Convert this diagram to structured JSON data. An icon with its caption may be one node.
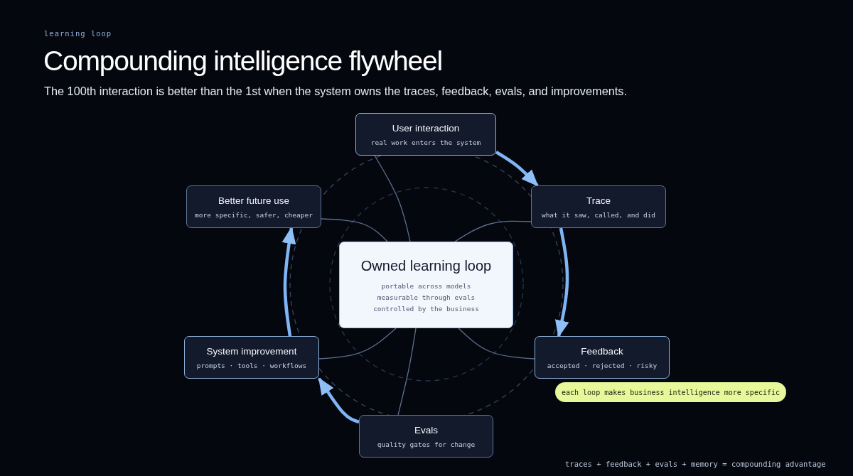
{
  "diagram": {
    "title": "Compounding intelligence flywheel",
    "caption": "The 100th interaction is better than the 1st when the system owns the traces, feedback, evals, and improvements.",
    "nodes": [
      {
        "text": [
          "User interaction",
          "real work enters the system"
        ]
      },
      {
        "text": [
          "Trace",
          "what it saw, called, and did"
        ]
      },
      {
        "text": [
          "Feedback",
          "accepted · rejected · risky"
        ]
      },
      {
        "text": [
          "Evals",
          "quality gates for change"
        ]
      },
      {
        "text": [
          "System improvement",
          "prompts · tools · workflows"
        ]
      },
      {
        "text": [
          "Better future use",
          "more specific, safer, cheaper"
        ]
      },
      {
        "text": [
          "Owned learning loop",
          "portable across models",
          "measurable through evals",
          "controlled by the business"
        ]
      },
      {
        "text": [
          "each loop makes business intelligence more specific"
        ]
      }
    ],
    "edges": [
      {
        "from": 0,
        "to": 1,
        "arrow": "to",
        "style": "thick",
        "color": "#7fb5f5"
      },
      {
        "from": 1,
        "to": 2,
        "arrow": "to",
        "style": "thick",
        "color": "#7fb5f5"
      },
      {
        "from": 3,
        "to": 4,
        "arrow": "to",
        "style": "thick",
        "color": "#7fb5f5"
      },
      {
        "from": 4,
        "to": 5,
        "arrow": "to",
        "style": "thick",
        "color": "#7fb5f5"
      },
      {
        "from": 6,
        "to": 0,
        "arrow": "none",
        "color": "#5c6f8e"
      },
      {
        "from": 6,
        "to": 1,
        "arrow": "none",
        "color": "#5c6f8e"
      },
      {
        "from": 6,
        "to": 2,
        "arrow": "none",
        "color": "#5c6f8e"
      },
      {
        "from": 6,
        "to": 3,
        "arrow": "none",
        "color": "#5c6f8e"
      },
      {
        "from": 6,
        "to": 4,
        "arrow": "none",
        "color": "#5c6f8e"
      },
      {
        "from": 6,
        "to": 5,
        "arrow": "none",
        "color": "#5c6f8e"
      }
    ],
    "labels": [
      "learning loop",
      "traces + feedback + evals + memory = compounding advantage"
    ]
  }
}
